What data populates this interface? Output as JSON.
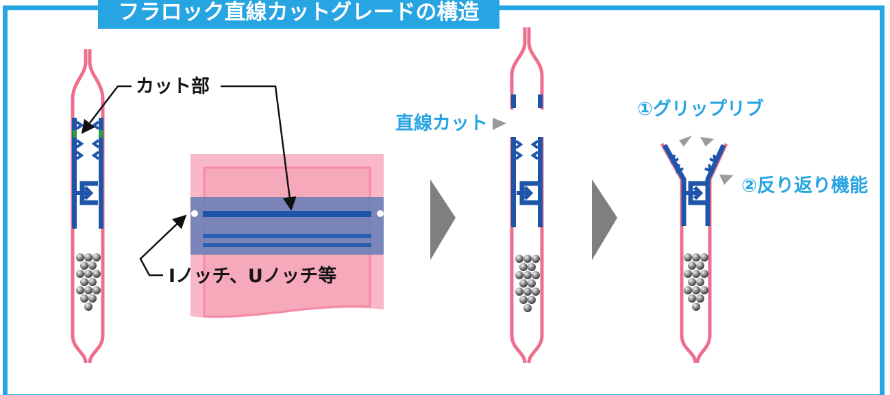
{
  "title": "フラロック直線カットグレードの構造",
  "labels": {
    "cut_part": "カット部",
    "notch": "Iノッチ、Uノッチ等",
    "straight_cut": "直線カット",
    "grip_rib": "①グリップリブ",
    "turn_back": "②反り返り機能"
  },
  "colors": {
    "frame": "#27a4e2",
    "pink": "#ee6e8e",
    "pink_light": "#f9b8c8",
    "zipper_blue": "#1e55a8",
    "cut_green": "#2e9e3a",
    "arrow_gray": "#7f7f7f"
  }
}
